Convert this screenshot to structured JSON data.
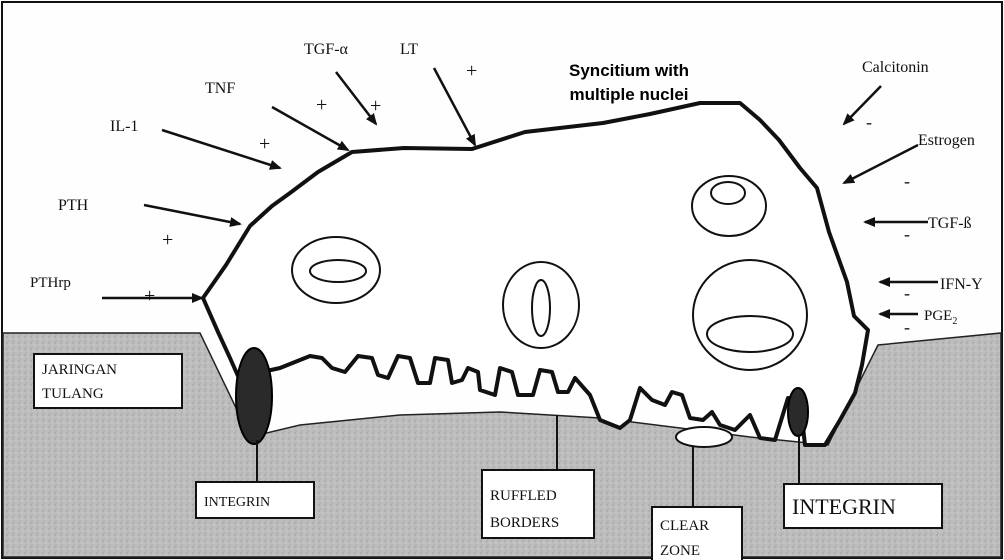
{
  "title_lines": [
    "Syncitium with",
    "multiple nuclei"
  ],
  "stimulators": {
    "tgf_alpha": "TGF-α",
    "lt": "LT",
    "tnf": "TNF",
    "il1": "IL-1",
    "pth": "PTH",
    "pthrp": "PTHrp"
  },
  "inhibitors": {
    "calcitonin": "Calcitonin",
    "estrogen": "Estrogen",
    "tgf_beta": "TGF-ß",
    "ifn_gamma": "IFN-Υ",
    "pge2_base": "PGE",
    "pge2_sub": "2"
  },
  "signs": {
    "plus": "+",
    "minus": "-"
  },
  "boxes": {
    "bone_line1": "JARINGAN",
    "bone_line2": "TULANG",
    "integrin_left": "INTEGRIN",
    "ruffled_line1": "RUFFLED",
    "ruffled_line2": "BORDERS",
    "clear_line1": "CLEAR",
    "clear_line2": "ZONE",
    "integrin_right": "INTEGRIN"
  },
  "colors": {
    "bone": "#b9b9b9",
    "cell": "#ffffff",
    "outline": "#111111",
    "integrin": "#2a2a2a"
  }
}
